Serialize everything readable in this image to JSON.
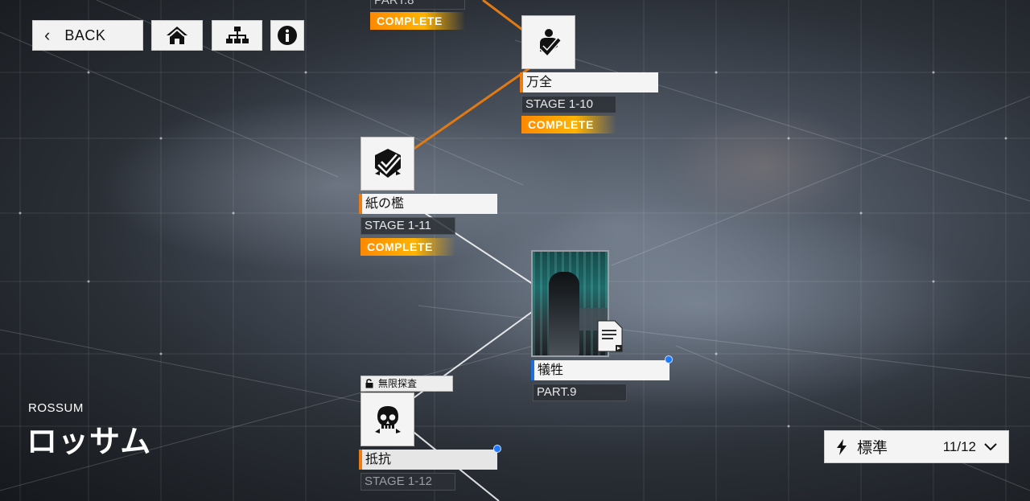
{
  "toolbar": {
    "back_label": "BACK"
  },
  "nodes": {
    "prev": {
      "stage": "PART.8",
      "status": "COMPLETE"
    },
    "n1_10": {
      "title": "万全",
      "stage": "STAGE 1-10",
      "status": "COMPLETE",
      "icon": "person-check-icon"
    },
    "n1_11": {
      "title": "紙の檻",
      "stage": "STAGE 1-11",
      "status": "COMPLETE",
      "icon": "emblem-check-icon"
    },
    "part9": {
      "title": "犠牲",
      "stage": "PART.9",
      "icon": "story-document-icon"
    },
    "n1_12": {
      "title": "抵抗",
      "stage": "STAGE 1-12",
      "tag": "無限探査",
      "icon": "skull-icon"
    }
  },
  "chapter": {
    "name_en": "ROSSUM",
    "name_jp": "ロッサム"
  },
  "difficulty": {
    "label": "標準",
    "progress": "11/12"
  },
  "colors": {
    "accent_orange": "#ff8c00",
    "new_dot_blue": "#1e7bff",
    "panel": "#f4f4f4"
  }
}
